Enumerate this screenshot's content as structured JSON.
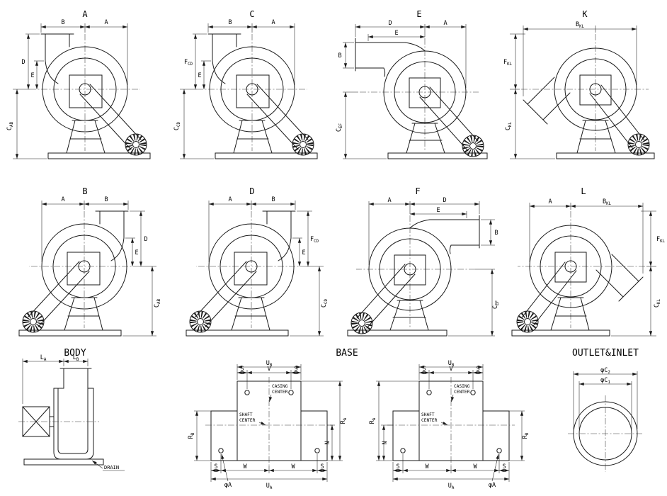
{
  "fans": {
    "a": {
      "title": "A",
      "top1": {
        "m": "B",
        "s": ""
      },
      "top2": {
        "m": "A",
        "s": ""
      },
      "v1": {
        "m": "D",
        "s": ""
      },
      "v2": {
        "m": "E",
        "s": ""
      },
      "v3": {
        "m": "C",
        "s": "AB"
      }
    },
    "b": {
      "title": "B",
      "top1": {
        "m": "A",
        "s": ""
      },
      "top2": {
        "m": "B",
        "s": ""
      },
      "v1": {
        "m": "D",
        "s": ""
      },
      "v2": {
        "m": "E",
        "s": ""
      },
      "v3": {
        "m": "C",
        "s": "AB"
      }
    },
    "c": {
      "title": "C",
      "top1": {
        "m": "B",
        "s": ""
      },
      "top2": {
        "m": "A",
        "s": ""
      },
      "v1": {
        "m": "F",
        "s": "CD"
      },
      "v2": {
        "m": "E",
        "s": ""
      },
      "v3": {
        "m": "C",
        "s": "CD"
      }
    },
    "d": {
      "title": "D",
      "top1": {
        "m": "A",
        "s": ""
      },
      "top2": {
        "m": "B",
        "s": ""
      },
      "v1": {
        "m": "F",
        "s": "CD"
      },
      "v2": {
        "m": "E",
        "s": ""
      },
      "v3": {
        "m": "C",
        "s": "CD"
      }
    },
    "e": {
      "title": "E",
      "top1": {
        "m": "D",
        "s": ""
      },
      "top2": {
        "m": "A",
        "s": ""
      },
      "top3": {
        "m": "E",
        "s": ""
      },
      "v1": {
        "m": "B",
        "s": ""
      },
      "v3": {
        "m": "C",
        "s": "EF"
      }
    },
    "f": {
      "title": "F",
      "top1": {
        "m": "A",
        "s": ""
      },
      "top2": {
        "m": "D",
        "s": ""
      },
      "top3": {
        "m": "E",
        "s": ""
      },
      "v1": {
        "m": "B",
        "s": ""
      },
      "v3": {
        "m": "C",
        "s": "EF"
      }
    },
    "k": {
      "title": "K",
      "top1": {
        "m": "B",
        "s": "KL"
      },
      "v1": {
        "m": "F",
        "s": "KL"
      },
      "v3": {
        "m": "C",
        "s": "KL"
      }
    },
    "l": {
      "title": "L",
      "top1": {
        "m": "A",
        "s": ""
      },
      "top2": {
        "m": "B",
        "s": "KL"
      },
      "v1": {
        "m": "F",
        "s": "KL"
      },
      "v3": {
        "m": "C",
        "s": "KL"
      }
    }
  },
  "sections": {
    "body": {
      "title": "BODY",
      "la": {
        "m": "L",
        "s": "A"
      },
      "lb": {
        "m": "L",
        "s": "B"
      },
      "drain": "DRAIN"
    },
    "base": {
      "title": "BASE",
      "labels": {
        "ub": {
          "m": "U",
          "s": "B"
        },
        "s": "S",
        "v": "V",
        "w": "W",
        "ua": {
          "m": "U",
          "s": "A"
        },
        "n": "N",
        "ra": {
          "m": "R",
          "s": "A"
        },
        "rb": {
          "m": "R",
          "s": "B"
        },
        "phi_a": "φA",
        "casing1": "CASING",
        "casing2": "CENTER",
        "shaft1": "SHAFT",
        "shaft2": "CENTER"
      }
    },
    "outlet_inlet": {
      "title": "OUTLET&INLET",
      "c2": {
        "m": "φC",
        "s": "2"
      },
      "c1": {
        "m": "φC",
        "s": "1"
      }
    }
  }
}
